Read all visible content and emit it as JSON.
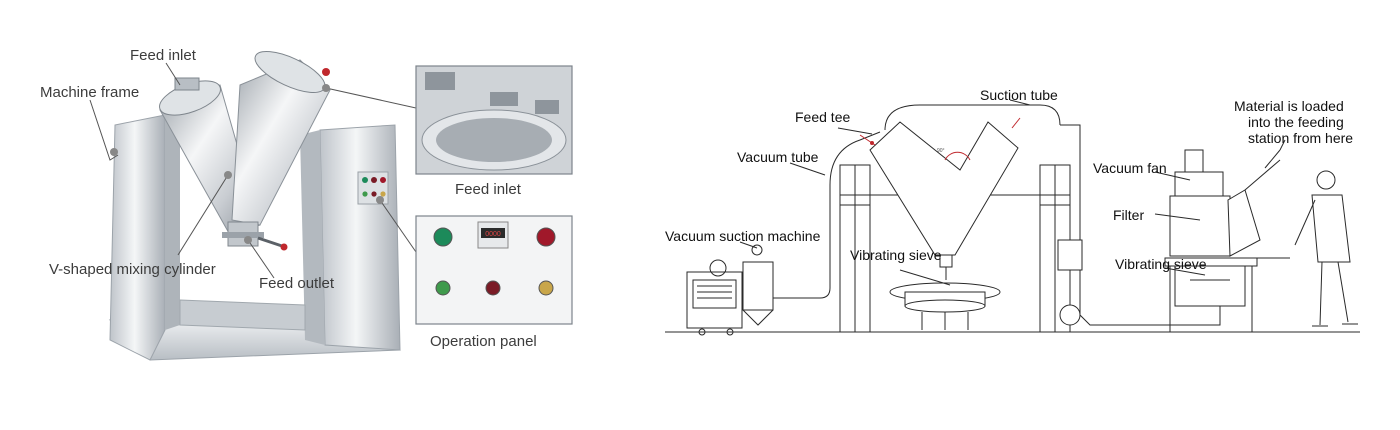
{
  "left_labels": {
    "feed_inlet": "Feed inlet",
    "machine_frame": "Machine frame",
    "v_cylinder": "V-shaped mixing cylinder",
    "feed_outlet": "Feed outlet",
    "inset_feed_inlet_caption": "Feed inlet",
    "inset_operation_panel_caption": "Operation panel"
  },
  "operation_panel": {
    "display_value": "0000",
    "buttons": [
      {
        "color": "#1c8a5a"
      },
      {
        "color": "#a0182a"
      },
      {
        "color": "#3f9a4c"
      },
      {
        "color": "#7a1b26"
      },
      {
        "color": "#c9a64a"
      }
    ]
  },
  "right_labels": {
    "suction_tube": "Suction tube",
    "feed_tee": "Feed tee",
    "vacuum_tube": "Vacuum tube",
    "vacuum_suction_machine": "Vacuum suction machine",
    "vibrating_sieve_center": "Vibrating sieve",
    "vacuum_fan": "Vacuum fan",
    "filter": "Filter",
    "vibrating_sieve_right": "Vibrating sieve",
    "material_note": [
      "Material is loaded",
      "into the feeding",
      "station from here"
    ],
    "angle_mark": "90°"
  },
  "colors": {
    "steel_light": "#e9ecef",
    "steel_mid": "#c6cbd1",
    "steel_dark": "#8e959c",
    "line_art": "#2a2a2a",
    "accent_red": "#c0282d"
  }
}
